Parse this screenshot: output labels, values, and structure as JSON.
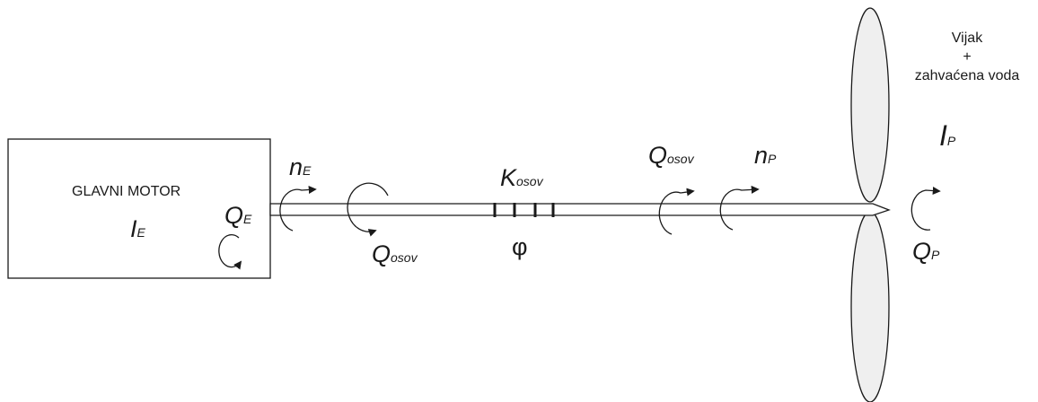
{
  "motor": {
    "title": "GLAVNI MOTOR",
    "inertia": {
      "sym": "I",
      "sub": "E"
    },
    "torque": {
      "sym": "Q",
      "sub": "E"
    }
  },
  "shaft": {
    "speed_engine": {
      "sym": "n",
      "sub": "E"
    },
    "torque_left": {
      "sym": "Q",
      "sub": "osov"
    },
    "stiffness": {
      "sym": "K",
      "sub": "osov"
    },
    "twist_angle": "φ",
    "torque_right": {
      "sym": "Q",
      "sub": "osov"
    },
    "speed_propeller": {
      "sym": "n",
      "sub": "P"
    }
  },
  "propeller": {
    "label_line1": "Vijak",
    "label_line2": "+",
    "label_line3": "zahvaćena voda",
    "inertia": {
      "sym": "I",
      "sub": "P"
    },
    "torque": {
      "sym": "Q",
      "sub": "P"
    }
  },
  "colors": {
    "stroke": "#1a1a1a",
    "blade_fill": "#efefef",
    "shaft_fill": "#ffffff"
  }
}
